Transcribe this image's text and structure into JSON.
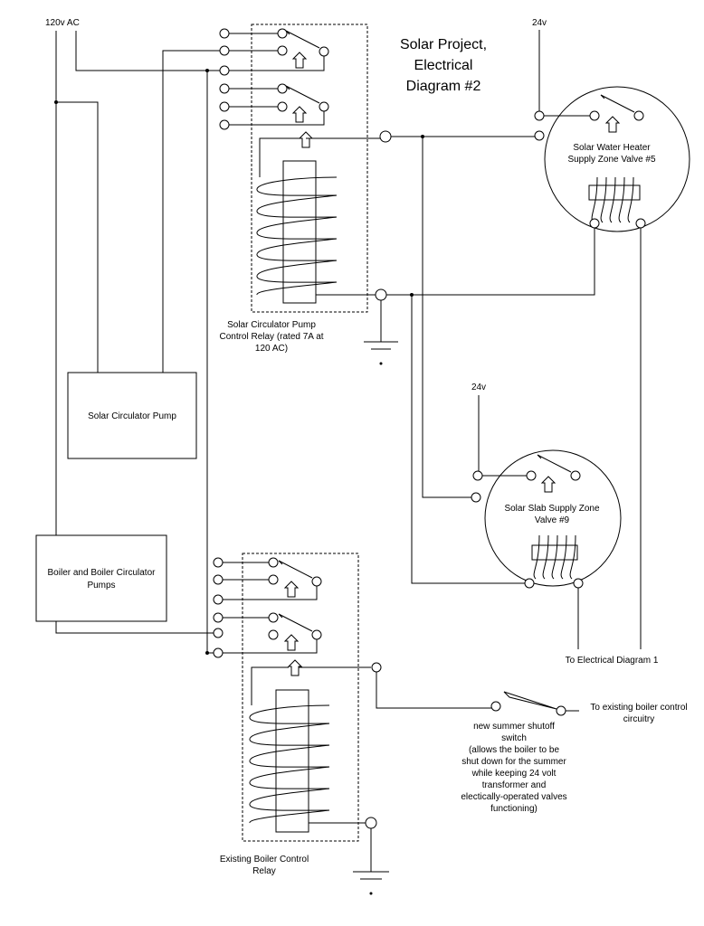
{
  "labels": {
    "title_line1": "Solar Project,",
    "title_line2": "Electrical",
    "title_line3": "Diagram #2",
    "ac_source": "120v AC",
    "v24_top": "24v",
    "v24_mid": "24v",
    "water_valve_line1": "Solar Water Heater",
    "water_valve_line2": "Supply Zone Valve #5",
    "slab_valve_line1": "Solar Slab Supply Zone",
    "slab_valve_line2": "Valve #9",
    "pump_relay_line1": "Solar Circulator Pump",
    "pump_relay_line2": "Control Relay (rated 7A at",
    "pump_relay_line3": "120 AC)",
    "solar_pump": "Solar Circulator Pump",
    "boiler_line1": "Boiler and Boiler Circulator",
    "boiler_line2": "Pumps",
    "to_diagram1": "To Electrical Diagram 1",
    "existing_ctrl_line1": "To existing boiler control",
    "existing_ctrl_line2": "circuitry",
    "switch_line1": "new summer shutoff",
    "switch_line2": "switch",
    "switch_line3": "(allows the boiler to be",
    "switch_line4": "shut down for the summer",
    "switch_line5": "while keeping 24 volt",
    "switch_line6": "transformer and",
    "switch_line7": "electically-operated valves",
    "switch_line8": "functioning)",
    "boiler_relay_line1": "Existing Boiler Control",
    "boiler_relay_line2": "Relay"
  }
}
